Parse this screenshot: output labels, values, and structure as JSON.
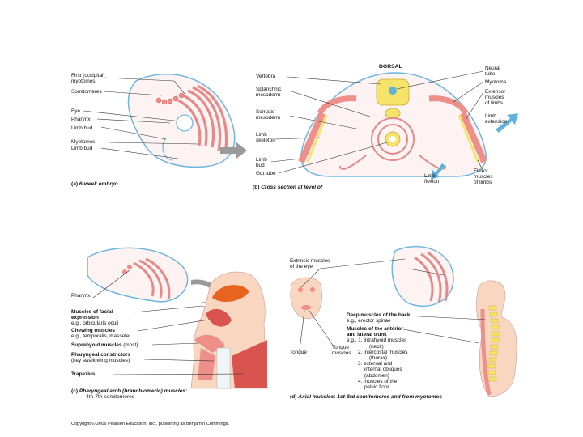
{
  "panel_a": {
    "labels": {
      "first_occipital_l1": "First (occipital)",
      "first_occipital_l2": "myotomes",
      "somitomeres": "Somitomeres",
      "eye": "Eye",
      "pharynx": "Pharynx",
      "limb_bud_1": "Limb bud",
      "myotomes": "Myotomes",
      "limb_bud_2": "Limb bud"
    },
    "caption_letter": "(a)",
    "caption": "6-week embryo"
  },
  "panel_b": {
    "labels": {
      "dorsal": "DORSAL",
      "vertebra": "Vertebra",
      "splanchnic_l1": "Splanchnic",
      "splanchnic_l2": "mesoderm",
      "somatic_l1": "Somatic",
      "somatic_l2": "mesoderm",
      "limb_skeleton_l1": "Limb",
      "limb_skeleton_l2": "skeleton",
      "limb_bud_l1": "Limb",
      "limb_bud_l2": "bud",
      "gut_tube": "Gut tube",
      "neural_tube_l1": "Neural",
      "neural_tube_l2": "tube",
      "myotome": "Myotome",
      "extensor_l1": "Extensor",
      "extensor_l2": "muscles",
      "extensor_l3": "of limbs",
      "limb_extension_l1": "Limb",
      "limb_extension_l2": "extension",
      "limb_flexion_l1": "Limb",
      "limb_flexion_l2": "flexion",
      "flexor_l1": "Flexor",
      "flexor_l2": "muscles",
      "flexor_l3": "of limbs"
    },
    "caption_letter": "(b)",
    "caption": "Cross section at level of"
  },
  "panel_c": {
    "labels": {
      "pharynx": "Pharynx",
      "facial_l1": "Muscles of facial",
      "facial_l2": "expression",
      "facial_eg": "e.g., orbicularis oculi",
      "chewing": "Chewing muscles",
      "chewing_eg": "e.g., temporalis, masseter",
      "suprahyoid": "Suprahyoid muscles",
      "suprahyoid_note": "(most)",
      "constrictors": "Pharyngeal constrictors",
      "constrictors_note": "(key swallowing muscles)",
      "trapezius": "Trapezius"
    },
    "caption_letter": "(c)",
    "caption": "Pharyngeal arch (branchiomeric) muscles:",
    "caption_line2": "4th-7th somitomeres"
  },
  "panel_d": {
    "labels": {
      "extrinsic_l1": "Extrinsic muscles",
      "extrinsic_l2": "of the eye",
      "tongue": "Tongue",
      "tongue_muscles_l1": "Tongue",
      "tongue_muscles_l2": "muscles",
      "deep_back": "Deep muscles of the back",
      "deep_back_eg": "e.g., erector spinae",
      "anterior_l1": "Muscles of the anterior",
      "anterior_l2": "and lateral trunk",
      "list_1a": "e.g., 1. intrahyoid muscles",
      "list_1b": "(neck)",
      "list_2a": "2. intercostal muscles",
      "list_2b": "(thorax)",
      "list_3a": "3. external and",
      "list_3b": "internal obliques",
      "list_3c": "(abdomen)",
      "list_4a": "4. muscles of the",
      "list_4b": "pelvic floor"
    },
    "caption_letter": "(d)",
    "caption": "Axial muscles: 1st-3rd somitomeres and from myotomes"
  },
  "copyright": "Copyright © 2006 Pearson Education, Inc., publishing as Benjamin Cummings.",
  "colors": {
    "muscle": "#ef8f8a",
    "muscle_dark": "#d9534f",
    "embryo_outline": "#6fb6e0",
    "embryo_fill": "#fdf3f3",
    "vertebra": "#f6e36a",
    "arrow_gray": "#9a9a9a",
    "arrow_blue": "#5fb2dd",
    "skin": "#f9d6c0",
    "orange": "#e8641e"
  }
}
